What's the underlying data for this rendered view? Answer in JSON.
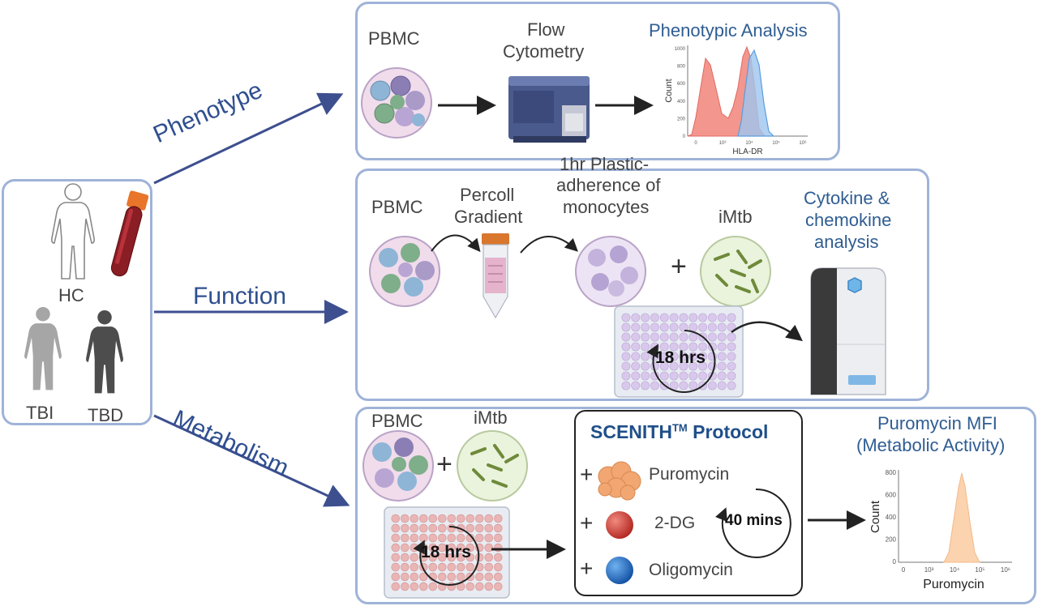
{
  "subjects": {
    "hc": "HC",
    "tbi": "TBI",
    "tbd": "TBD"
  },
  "branches": {
    "phenotype": "Phenotype",
    "function": "Function",
    "metabolism": "Metabolism"
  },
  "phenotype": {
    "pbmc": "PBMC",
    "flow_line1": "Flow",
    "flow_line2": "Cytometry",
    "analysis_title": "Phenotypic Analysis",
    "chart": {
      "ylabel": "Count",
      "xlabel": "HLA-DR",
      "yticks": [
        "1000",
        "800",
        "600",
        "400",
        "200",
        "0"
      ],
      "xticks": [
        "0",
        "10³",
        "10⁴",
        "10⁵",
        "10⁶"
      ]
    }
  },
  "function": {
    "pbmc": "PBMC",
    "percoll_line1": "Percoll",
    "percoll_line2": "Gradient",
    "adh_line1": "1hr Plastic-",
    "adh_line2": "adherence of",
    "adh_line3": "monocytes",
    "imtb": "iMtb",
    "plus": "+",
    "hours": "18 hrs",
    "cyto_line1": "Cytokine &",
    "cyto_line2": "chemokine",
    "cyto_line3": "analysis"
  },
  "metabolism": {
    "pbmc": "PBMC",
    "imtb": "iMtb",
    "plus": "+",
    "hours": "18 hrs",
    "protocol_title": "SCENITH",
    "protocol_tm": "TM",
    "protocol_word": " Protocol",
    "reagents": [
      "Puromycin",
      "2-DG",
      "Oligomycin"
    ],
    "reagent_plus": "+",
    "mins": "40 mins",
    "mfi_line1": "Puromycin MFI",
    "mfi_line2": "(Metabolic Activity)",
    "chart": {
      "ylabel": "Count",
      "xlabel": "Puromycin",
      "yticks": [
        "800",
        "600",
        "400",
        "200",
        "0"
      ],
      "xticks": [
        "0",
        "10³",
        "10⁴",
        "10⁵",
        "10⁶"
      ]
    }
  },
  "colors": {
    "panel_border": "#9fb3d8",
    "branch_text": "#2f4f8f",
    "title_text": "#2f5d92",
    "arrow": "#3d4f8f",
    "histogram_red": "#f28b82",
    "histogram_blue": "#9ec5ef",
    "histogram_peach": "#fbd3ae"
  }
}
